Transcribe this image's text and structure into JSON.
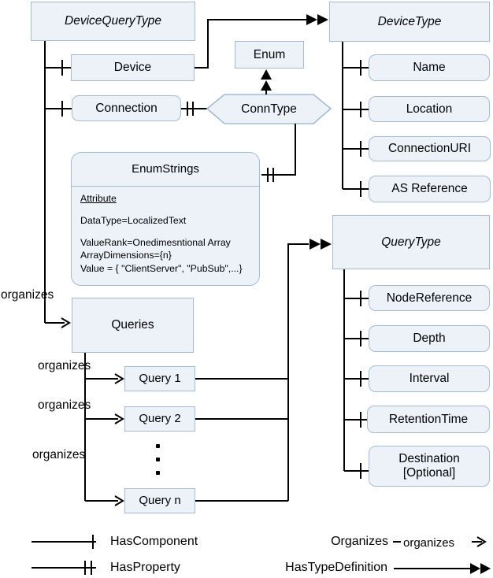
{
  "nodes": {
    "deviceQueryType": "DeviceQueryType",
    "device": "Device",
    "connection": "Connection",
    "connType": "ConnType",
    "enum": "Enum",
    "deviceType": "DeviceType",
    "name": "Name",
    "location": "Location",
    "connectionURI": "ConnectionURI",
    "asReference": "AS Reference",
    "queries": "Queries",
    "query1": "Query 1",
    "query2": "Query 2",
    "queryN": "Query n",
    "queryType": "QueryType",
    "nodeReference": "NodeReference",
    "depth": "Depth",
    "interval": "Interval",
    "retentionTime": "RetentionTime",
    "destinationLine1": "Destination",
    "destinationLine2": "[Optional]"
  },
  "enumStrings": {
    "title": "EnumStrings",
    "attributeHeader": "Attribute",
    "dataType": "DataType=LocalizedText",
    "valueRank": "ValueRank=Onedimesntional Array",
    "arrayDimensions": "ArrayDimensions={n}",
    "value": "Value = { \"ClientServer\", \"PubSub\",...}"
  },
  "labels": {
    "organizes": "organizes"
  },
  "legend": {
    "hasComponent": "HasComponent",
    "hasProperty": "HasProperty",
    "organizes": "Organizes",
    "organizesArrowLabel": "organizes",
    "hasTypeDefinition": "HasTypeDefinition"
  },
  "colors": {
    "nodeFill": "#edf2f9",
    "nodeBorder": "#a3bbd5",
    "line": "#000000"
  }
}
